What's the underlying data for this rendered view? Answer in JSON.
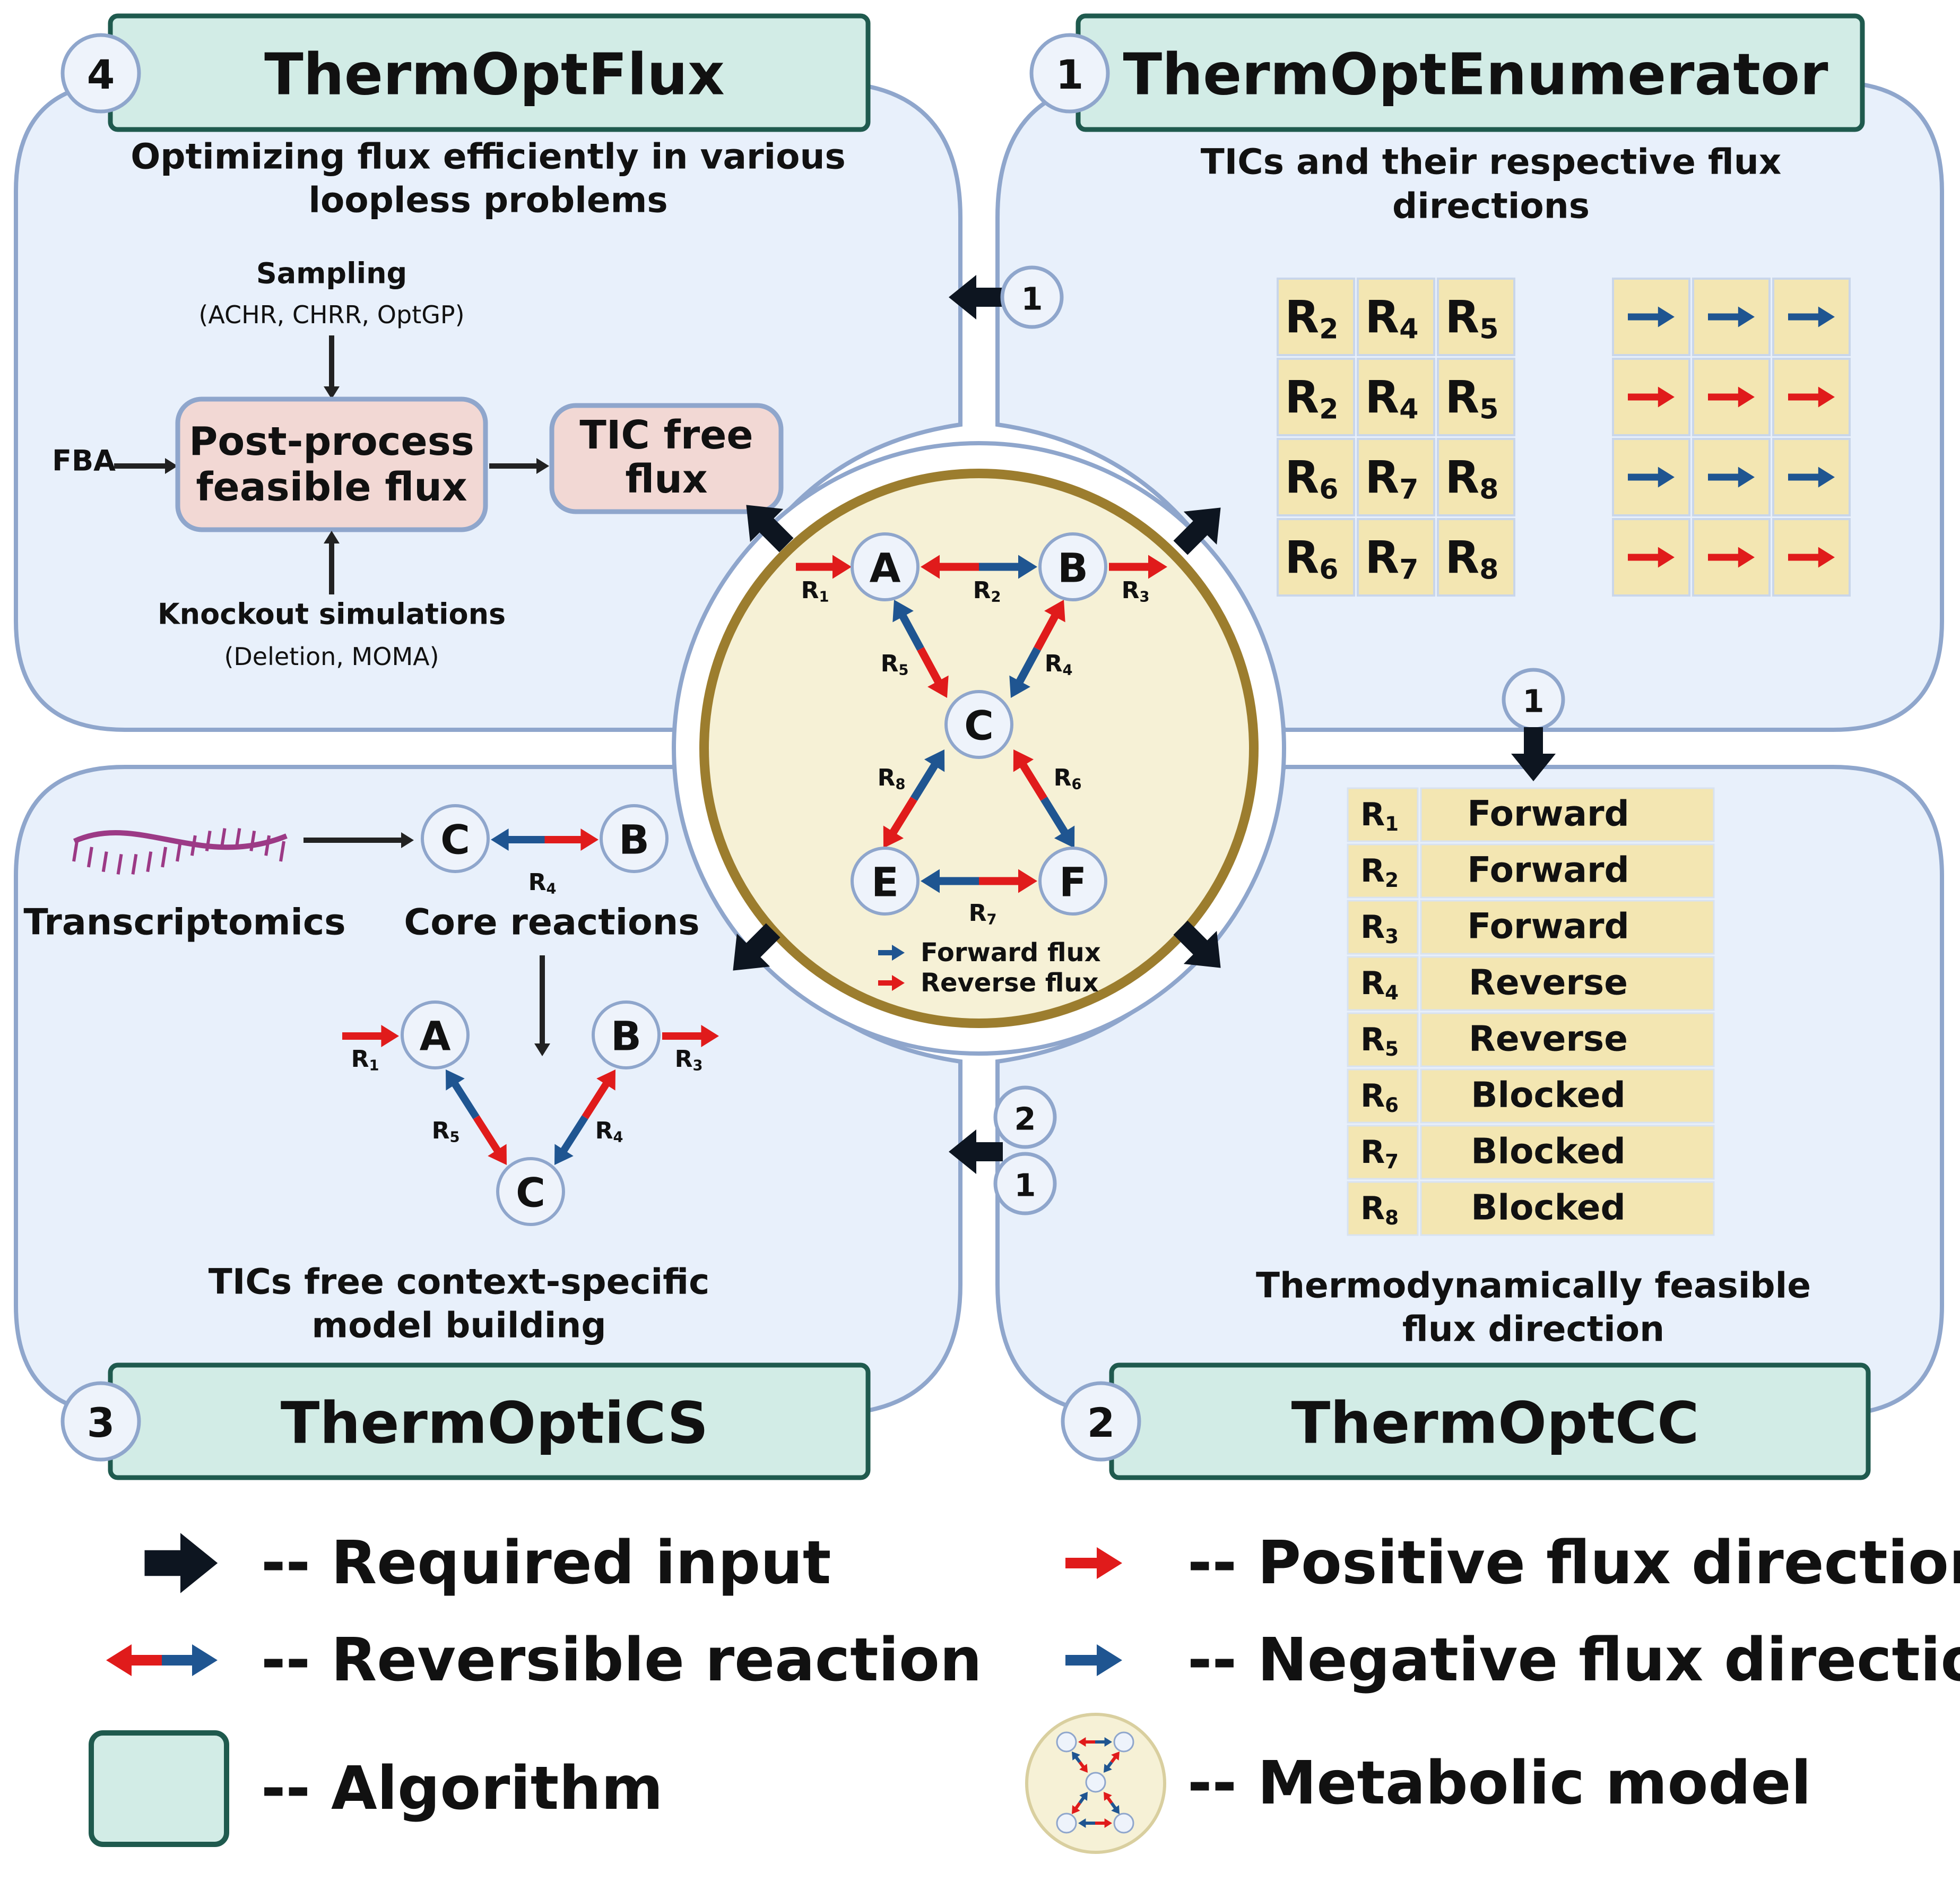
{
  "colors": {
    "panel_fill": "#e8f0fb",
    "panel_stroke": "#8fa6cc",
    "algo_fill": "#d2ece6",
    "algo_stroke": "#1f5a4e",
    "process_fill": "#f2d8d4",
    "table_fill": "#f3e6b2",
    "center_fill": "#f6f1d6",
    "center_stroke": "#9c7d2e",
    "red": "#e01b1b",
    "blue": "#1f5591",
    "dark": "#0d1520"
  },
  "panels": {
    "enumerator": {
      "number": "1",
      "title": "ThermOptEnumerator",
      "desc": [
        "TICs and their respective flux",
        "directions"
      ],
      "reaction_grid": [
        [
          "R2",
          "R4",
          "R5"
        ],
        [
          "R2",
          "R4",
          "R5"
        ],
        [
          "R6",
          "R7",
          "R8"
        ],
        [
          "R6",
          "R7",
          "R8"
        ]
      ],
      "direction_grid": [
        [
          "forward",
          "forward",
          "forward"
        ],
        [
          "reverse",
          "reverse",
          "reverse"
        ],
        [
          "forward",
          "forward",
          "forward"
        ],
        [
          "reverse",
          "reverse",
          "reverse"
        ]
      ]
    },
    "cc": {
      "number": "2",
      "title": "ThermOptCC",
      "desc": [
        "Thermodynamically feasible",
        "flux direction"
      ],
      "directions": [
        {
          "reaction": "R1",
          "direction": "Forward"
        },
        {
          "reaction": "R2",
          "direction": "Forward"
        },
        {
          "reaction": "R3",
          "direction": "Forward"
        },
        {
          "reaction": "R4",
          "direction": "Reverse"
        },
        {
          "reaction": "R5",
          "direction": "Reverse"
        },
        {
          "reaction": "R6",
          "direction": "Blocked"
        },
        {
          "reaction": "R7",
          "direction": "Blocked"
        },
        {
          "reaction": "R8",
          "direction": "Blocked"
        }
      ]
    },
    "ics": {
      "number": "3",
      "title": "ThermOptiCS",
      "desc": [
        "TICs free context-specific",
        "model building"
      ],
      "transcriptomics": "Transcriptomics",
      "core_label": "Core reactions",
      "core_nodes": [
        "C",
        "B"
      ],
      "core_reaction": "R4",
      "model_nodes": [
        "A",
        "B",
        "C"
      ],
      "model_reactions": [
        "R1",
        "R3",
        "R5",
        "R4"
      ]
    },
    "flux": {
      "number": "4",
      "title": "ThermOptFlux",
      "desc": [
        "Optimizing flux efficiently in various",
        "loopless problems"
      ],
      "sampling": "Sampling",
      "sampling_methods": "(ACHR, CHRR, OptGP)",
      "fba": "FBA",
      "process": [
        "Post-process",
        "feasible flux"
      ],
      "output": [
        "TIC free",
        "flux"
      ],
      "knockout": "Knockout simulations",
      "knockout_methods": "(Deletion, MOMA)"
    }
  },
  "connectors": {
    "to_flux": [
      "1"
    ],
    "to_cc": [
      "1"
    ],
    "to_ics": [
      "2",
      "1"
    ]
  },
  "model": {
    "nodes": [
      "A",
      "B",
      "C",
      "E",
      "F"
    ],
    "reactions": [
      "R1",
      "R2",
      "R3",
      "R5",
      "R4",
      "R8",
      "R6",
      "R7"
    ],
    "legend_forward": "Forward flux",
    "legend_reverse": "Reverse flux"
  },
  "legend": [
    {
      "marker": "required-input",
      "text": "-- Required input"
    },
    {
      "marker": "reversible-reaction",
      "text": "-- Reversible reaction"
    },
    {
      "marker": "algorithm",
      "text": "-- Algorithm"
    },
    {
      "marker": "positive-flux",
      "text": "-- Positive flux direction"
    },
    {
      "marker": "negative-flux",
      "text": "-- Negative flux direction"
    },
    {
      "marker": "metabolic-model",
      "text": "-- Metabolic model"
    }
  ]
}
